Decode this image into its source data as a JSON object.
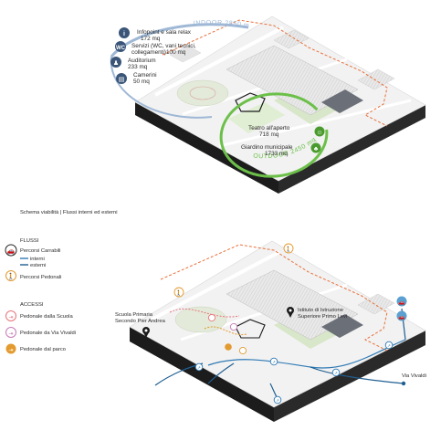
{
  "indoor": {
    "arc_label": "INDOOR 2850 mq",
    "items": [
      {
        "icon": "info-icon",
        "line1": "Infopoint e sala relax",
        "line2": "172 mq"
      },
      {
        "icon": "toilet-icon",
        "line1": "Servizi (WC, vani tecnici,",
        "line2": "collegamenti)100 mq"
      },
      {
        "icon": "auditorium-icon",
        "line1": "Auditorium",
        "line2": "233 mq"
      },
      {
        "icon": "dressing-room-icon",
        "line1": "Camerini",
        "line2": "50 mq"
      }
    ]
  },
  "outdoor": {
    "arc_label": "OUTDOOR 2450 mq",
    "items": [
      {
        "icon": "theatre-icon",
        "line1": "Teatro all'aperto",
        "line2": "718 mq"
      },
      {
        "icon": "garden-icon",
        "line1": "Giardino municipale",
        "line2": "1733 mq"
      }
    ]
  },
  "scheme_title": "Schema viabilità | Flussi interni ed esterni",
  "legend": {
    "flows_title": "FLUSSI",
    "car_label": "Percorsi Carrabili",
    "internal_label": "interni",
    "external_label": "esterni",
    "pedestrian_label": "Percorsi Pedonali",
    "access_title": "ACCESSI",
    "access_school": "Pedonale dalla Scuola",
    "access_vivaldi": "Pedonale da Via Vivaldi",
    "access_park": "Pedonale dal parco"
  },
  "places": {
    "school_line1": "Scuola Primaria",
    "school_line2": "Secondo Pier Andrea",
    "institute_line1": "Istituto di Istruzione",
    "institute_line2": "Superiore Primo Levi",
    "street": "Via Vivaldi"
  },
  "colors": {
    "indoor_arc": "#9fb8d6",
    "outdoor_arc": "#6cc04a",
    "site_border": "#e8703a",
    "car_internal": "#2f7ab5",
    "car_external": "#1f5f92",
    "access_school": "#e8747c",
    "access_vivaldi": "#c77bb8",
    "access_park": "#e39a2e",
    "pedestrian": "#e39a2e",
    "block_side": "#1c1c1c"
  }
}
